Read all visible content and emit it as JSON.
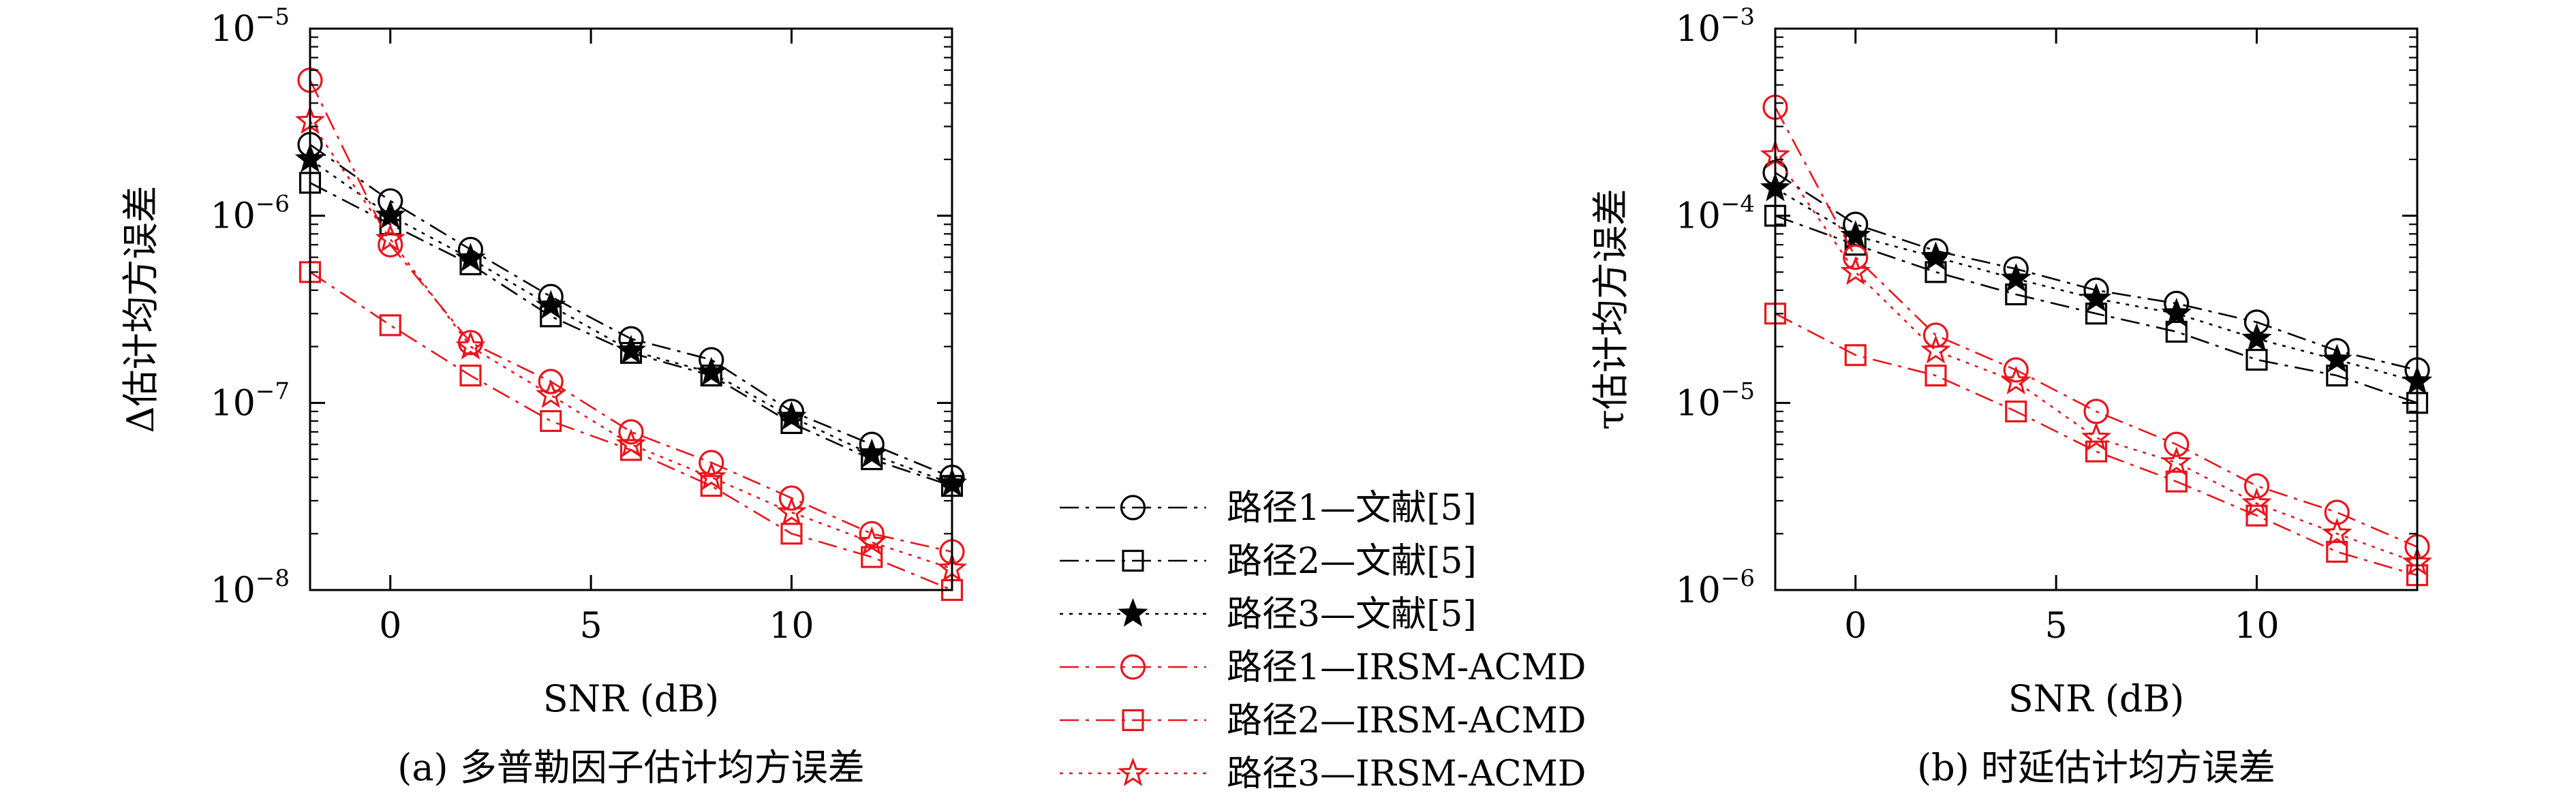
{
  "chart_data": [
    {
      "type": "line",
      "ylabel": "Δ估计均方误差",
      "xlabel": "SNR (dB)",
      "caption": "(a) 多普勒因子估计均方误差",
      "xlim": [
        -2,
        14
      ],
      "xticks": [
        0,
        5,
        10
      ],
      "ylim": [
        1e-08,
        1e-05
      ],
      "yscale": "log",
      "yticks": [
        {
          "value": 1e-08,
          "base": "10",
          "exp": "−8"
        },
        {
          "value": 1e-07,
          "base": "10",
          "exp": "−7"
        },
        {
          "value": 1e-06,
          "base": "10",
          "exp": "−6"
        },
        {
          "value": 1e-05,
          "base": "10",
          "exp": "−5"
        }
      ],
      "x": [
        -2,
        0,
        2,
        4,
        6,
        8,
        10,
        12,
        14
      ],
      "series": [
        {
          "name": "路径1—文献[5]",
          "values": [
            2.4e-06,
            1.2e-06,
            6.6e-07,
            3.7e-07,
            2.2e-07,
            1.7e-07,
            9e-08,
            6e-08,
            4e-08
          ]
        },
        {
          "name": "路径2—文献[5]",
          "values": [
            1.5e-06,
            9e-07,
            5.5e-07,
            2.9e-07,
            1.85e-07,
            1.4e-07,
            7.8e-08,
            5e-08,
            3.6e-08
          ]
        },
        {
          "name": "路径3—文献[5]",
          "values": [
            2e-06,
            1e-06,
            5.9e-07,
            3.3e-07,
            1.9e-07,
            1.45e-07,
            8.4e-08,
            5.3e-08,
            3.7e-08
          ]
        },
        {
          "name": "路径1—IRSM-ACMD",
          "values": [
            5.3e-06,
            7e-07,
            2.1e-07,
            1.3e-07,
            7e-08,
            4.8e-08,
            3.1e-08,
            2e-08,
            1.6e-08
          ]
        },
        {
          "name": "路径2—IRSM-ACMD",
          "values": [
            5e-07,
            2.6e-07,
            1.4e-07,
            8e-08,
            5.6e-08,
            3.6e-08,
            2e-08,
            1.5e-08,
            1e-08
          ]
        },
        {
          "name": "路径3—IRSM-ACMD",
          "values": [
            3.2e-06,
            7.5e-07,
            2e-07,
            1.1e-07,
            6e-08,
            4e-08,
            2.6e-08,
            1.8e-08,
            1.3e-08
          ]
        }
      ]
    },
    {
      "type": "line",
      "ylabel": "τ估计均方误差",
      "xlabel": "SNR (dB)",
      "caption": "(b) 时延估计均方误差",
      "xlim": [
        -2,
        14
      ],
      "xticks": [
        0,
        5,
        10
      ],
      "ylim": [
        1e-06,
        0.001
      ],
      "yscale": "log",
      "yticks": [
        {
          "value": 1e-06,
          "base": "10",
          "exp": "−6"
        },
        {
          "value": 1e-05,
          "base": "10",
          "exp": "−5"
        },
        {
          "value": 0.0001,
          "base": "10",
          "exp": "−4"
        },
        {
          "value": 0.001,
          "base": "10",
          "exp": "−3"
        }
      ],
      "x": [
        -2,
        0,
        2,
        4,
        6,
        8,
        10,
        12,
        14
      ],
      "series": [
        {
          "name": "路径1—文献[5]",
          "values": [
            0.00017,
            9e-05,
            6.5e-05,
            5.2e-05,
            4e-05,
            3.4e-05,
            2.7e-05,
            1.9e-05,
            1.5e-05
          ]
        },
        {
          "name": "路径2—文献[5]",
          "values": [
            0.0001,
            7e-05,
            5e-05,
            3.8e-05,
            3e-05,
            2.4e-05,
            1.7e-05,
            1.4e-05,
            1e-05
          ]
        },
        {
          "name": "路径3—文献[5]",
          "values": [
            0.00014,
            7.8e-05,
            6e-05,
            4.6e-05,
            3.6e-05,
            3e-05,
            2.2e-05,
            1.7e-05,
            1.3e-05
          ]
        },
        {
          "name": "路径1—IRSM-ACMD",
          "values": [
            0.00038,
            6e-05,
            2.3e-05,
            1.5e-05,
            9e-06,
            6e-06,
            3.6e-06,
            2.6e-06,
            1.7e-06
          ]
        },
        {
          "name": "路径2—IRSM-ACMD",
          "values": [
            3e-05,
            1.8e-05,
            1.4e-05,
            9e-06,
            5.5e-06,
            3.8e-06,
            2.5e-06,
            1.6e-06,
            1.2e-06
          ]
        },
        {
          "name": "路径3—IRSM-ACMD",
          "values": [
            0.00021,
            5e-05,
            1.9e-05,
            1.3e-05,
            6.5e-06,
            4.8e-06,
            2.9e-06,
            2e-06,
            1.4e-06
          ]
        }
      ]
    }
  ],
  "legend": {
    "placement": "center-bottom, between panels",
    "entries": [
      {
        "label": "路径1—文献[5]",
        "color": "#000000",
        "dash": "dashdot",
        "marker": "circle"
      },
      {
        "label": "路径2—文献[5]",
        "color": "#000000",
        "dash": "dashdot",
        "marker": "square"
      },
      {
        "label": "路径3—文献[5]",
        "color": "#000000",
        "dash": "dotted",
        "marker": "star"
      },
      {
        "label": "路径1—IRSM-ACMD",
        "color": "#e8141c",
        "dash": "dashdot",
        "marker": "circle"
      },
      {
        "label": "路径2—IRSM-ACMD",
        "color": "#e8141c",
        "dash": "dashdot",
        "marker": "square"
      },
      {
        "label": "路径3—IRSM-ACMD",
        "color": "#e8141c",
        "dash": "dotted",
        "marker": "star"
      }
    ]
  }
}
